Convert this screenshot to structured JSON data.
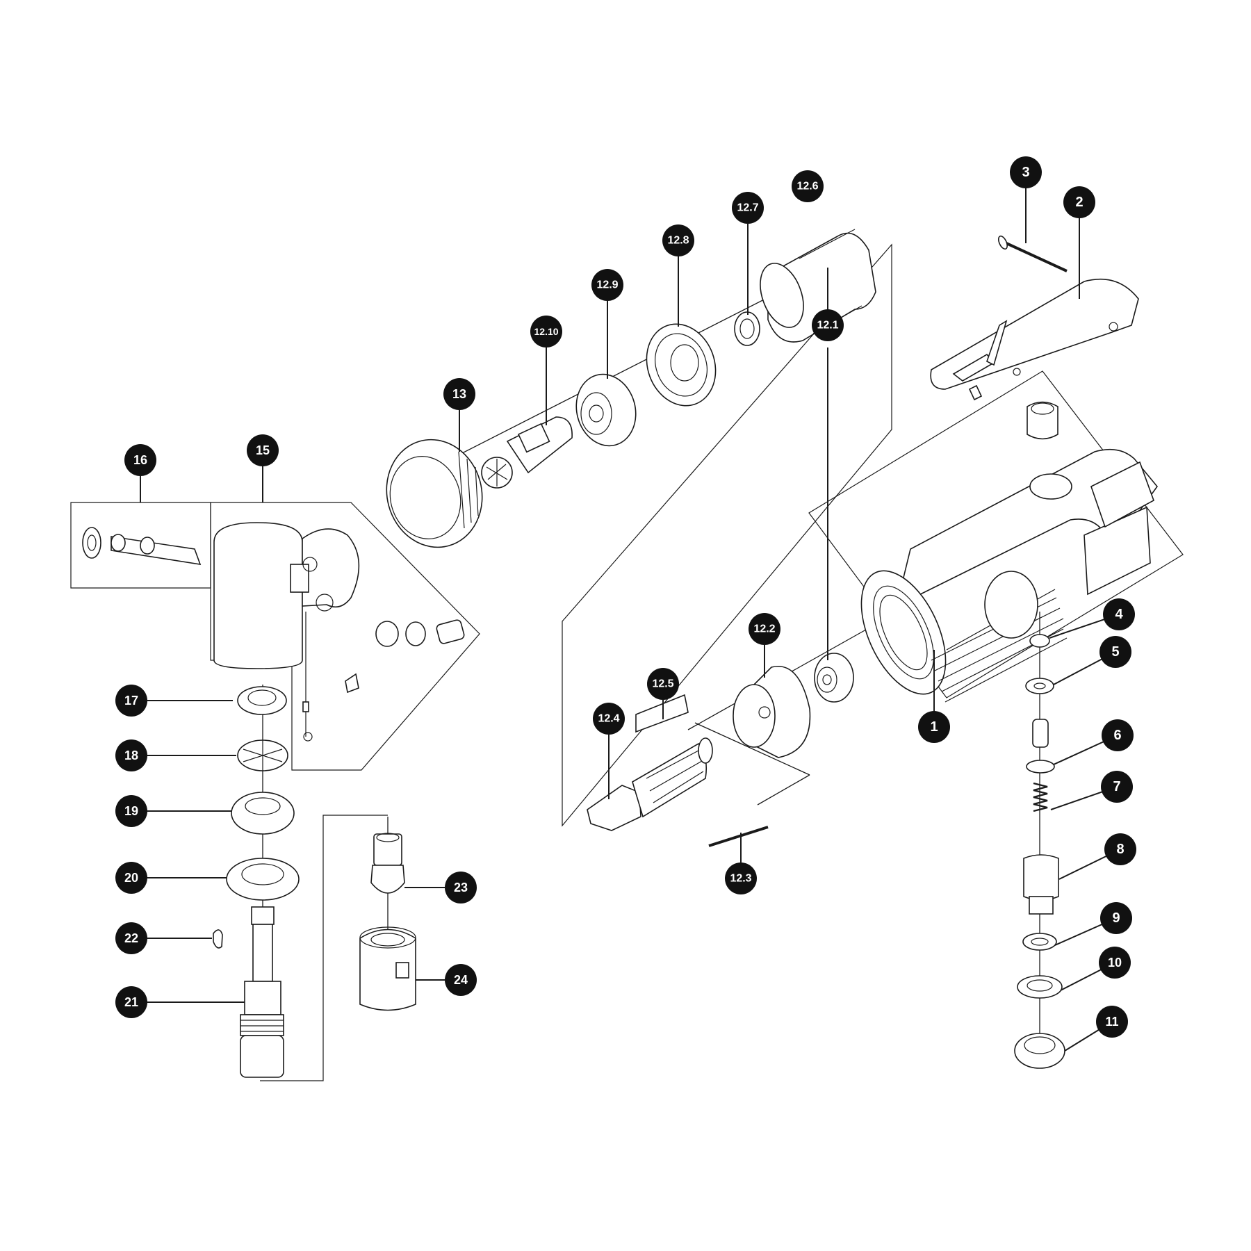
{
  "callouts": [
    {
      "id": "c1",
      "label": "1"
    },
    {
      "id": "c2",
      "label": "2"
    },
    {
      "id": "c3",
      "label": "3"
    },
    {
      "id": "c4",
      "label": "4"
    },
    {
      "id": "c5",
      "label": "5"
    },
    {
      "id": "c6",
      "label": "6"
    },
    {
      "id": "c7",
      "label": "7"
    },
    {
      "id": "c8",
      "label": "8"
    },
    {
      "id": "c9",
      "label": "9"
    },
    {
      "id": "c10",
      "label": "10"
    },
    {
      "id": "c11",
      "label": "11"
    },
    {
      "id": "c12_1",
      "label": "12.1"
    },
    {
      "id": "c12_2",
      "label": "12.2"
    },
    {
      "id": "c12_3",
      "label": "12.3"
    },
    {
      "id": "c12_4",
      "label": "12.4"
    },
    {
      "id": "c12_5",
      "label": "12.5"
    },
    {
      "id": "c12_6",
      "label": "12.6"
    },
    {
      "id": "c12_7",
      "label": "12.7"
    },
    {
      "id": "c12_8",
      "label": "12.8"
    },
    {
      "id": "c12_9",
      "label": "12.9"
    },
    {
      "id": "c12_10",
      "label": "12.10"
    },
    {
      "id": "c13",
      "label": "13"
    },
    {
      "id": "c15",
      "label": "15"
    },
    {
      "id": "c16",
      "label": "16"
    },
    {
      "id": "c17",
      "label": "17"
    },
    {
      "id": "c18",
      "label": "18"
    },
    {
      "id": "c19",
      "label": "19"
    },
    {
      "id": "c20",
      "label": "20"
    },
    {
      "id": "c21",
      "label": "21"
    },
    {
      "id": "c22",
      "label": "22"
    },
    {
      "id": "c23",
      "label": "23"
    },
    {
      "id": "c24",
      "label": "24"
    }
  ],
  "colors": {
    "ink": "#1a1a1a",
    "badge": "#111111",
    "badge_text": "#ffffff",
    "paper": "#ffffff"
  }
}
